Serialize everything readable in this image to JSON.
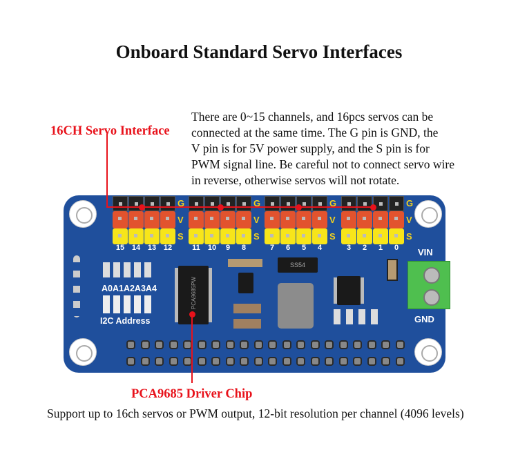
{
  "title": "Onboard Standard Servo Interfaces",
  "description": "There are 0~15 channels, and 16pcs servos can be\nconnected at the same time. The G pin is GND, the\n V pin is for 5V power supply, and the S pin is for\nPWM signal line. Be careful not to connect servo wire\nin reverse, otherwise servos will not rotate.",
  "servo_label": "16CH Servo Interface",
  "chip_label": "PCA9685 Driver Chip",
  "footer": "Support up to 16ch servos or PWM output, 12-bit resolution per channel (4096 levels)",
  "board": {
    "row_labels": [
      "G",
      "V",
      "S"
    ],
    "channel_groups": [
      [
        "15",
        "14",
        "13",
        "12"
      ],
      [
        "11",
        "10",
        "9",
        "8"
      ],
      [
        "7",
        "6",
        "5",
        "4"
      ],
      [
        "3",
        "2",
        "1",
        "0"
      ]
    ],
    "address_label": "A0A1A2A3A4",
    "i2c_label": "I2C Address",
    "vin_label": "VIN",
    "gnd_label": "GND",
    "chip_marking": "PCA9685PW",
    "diode_marking": "SS54"
  }
}
